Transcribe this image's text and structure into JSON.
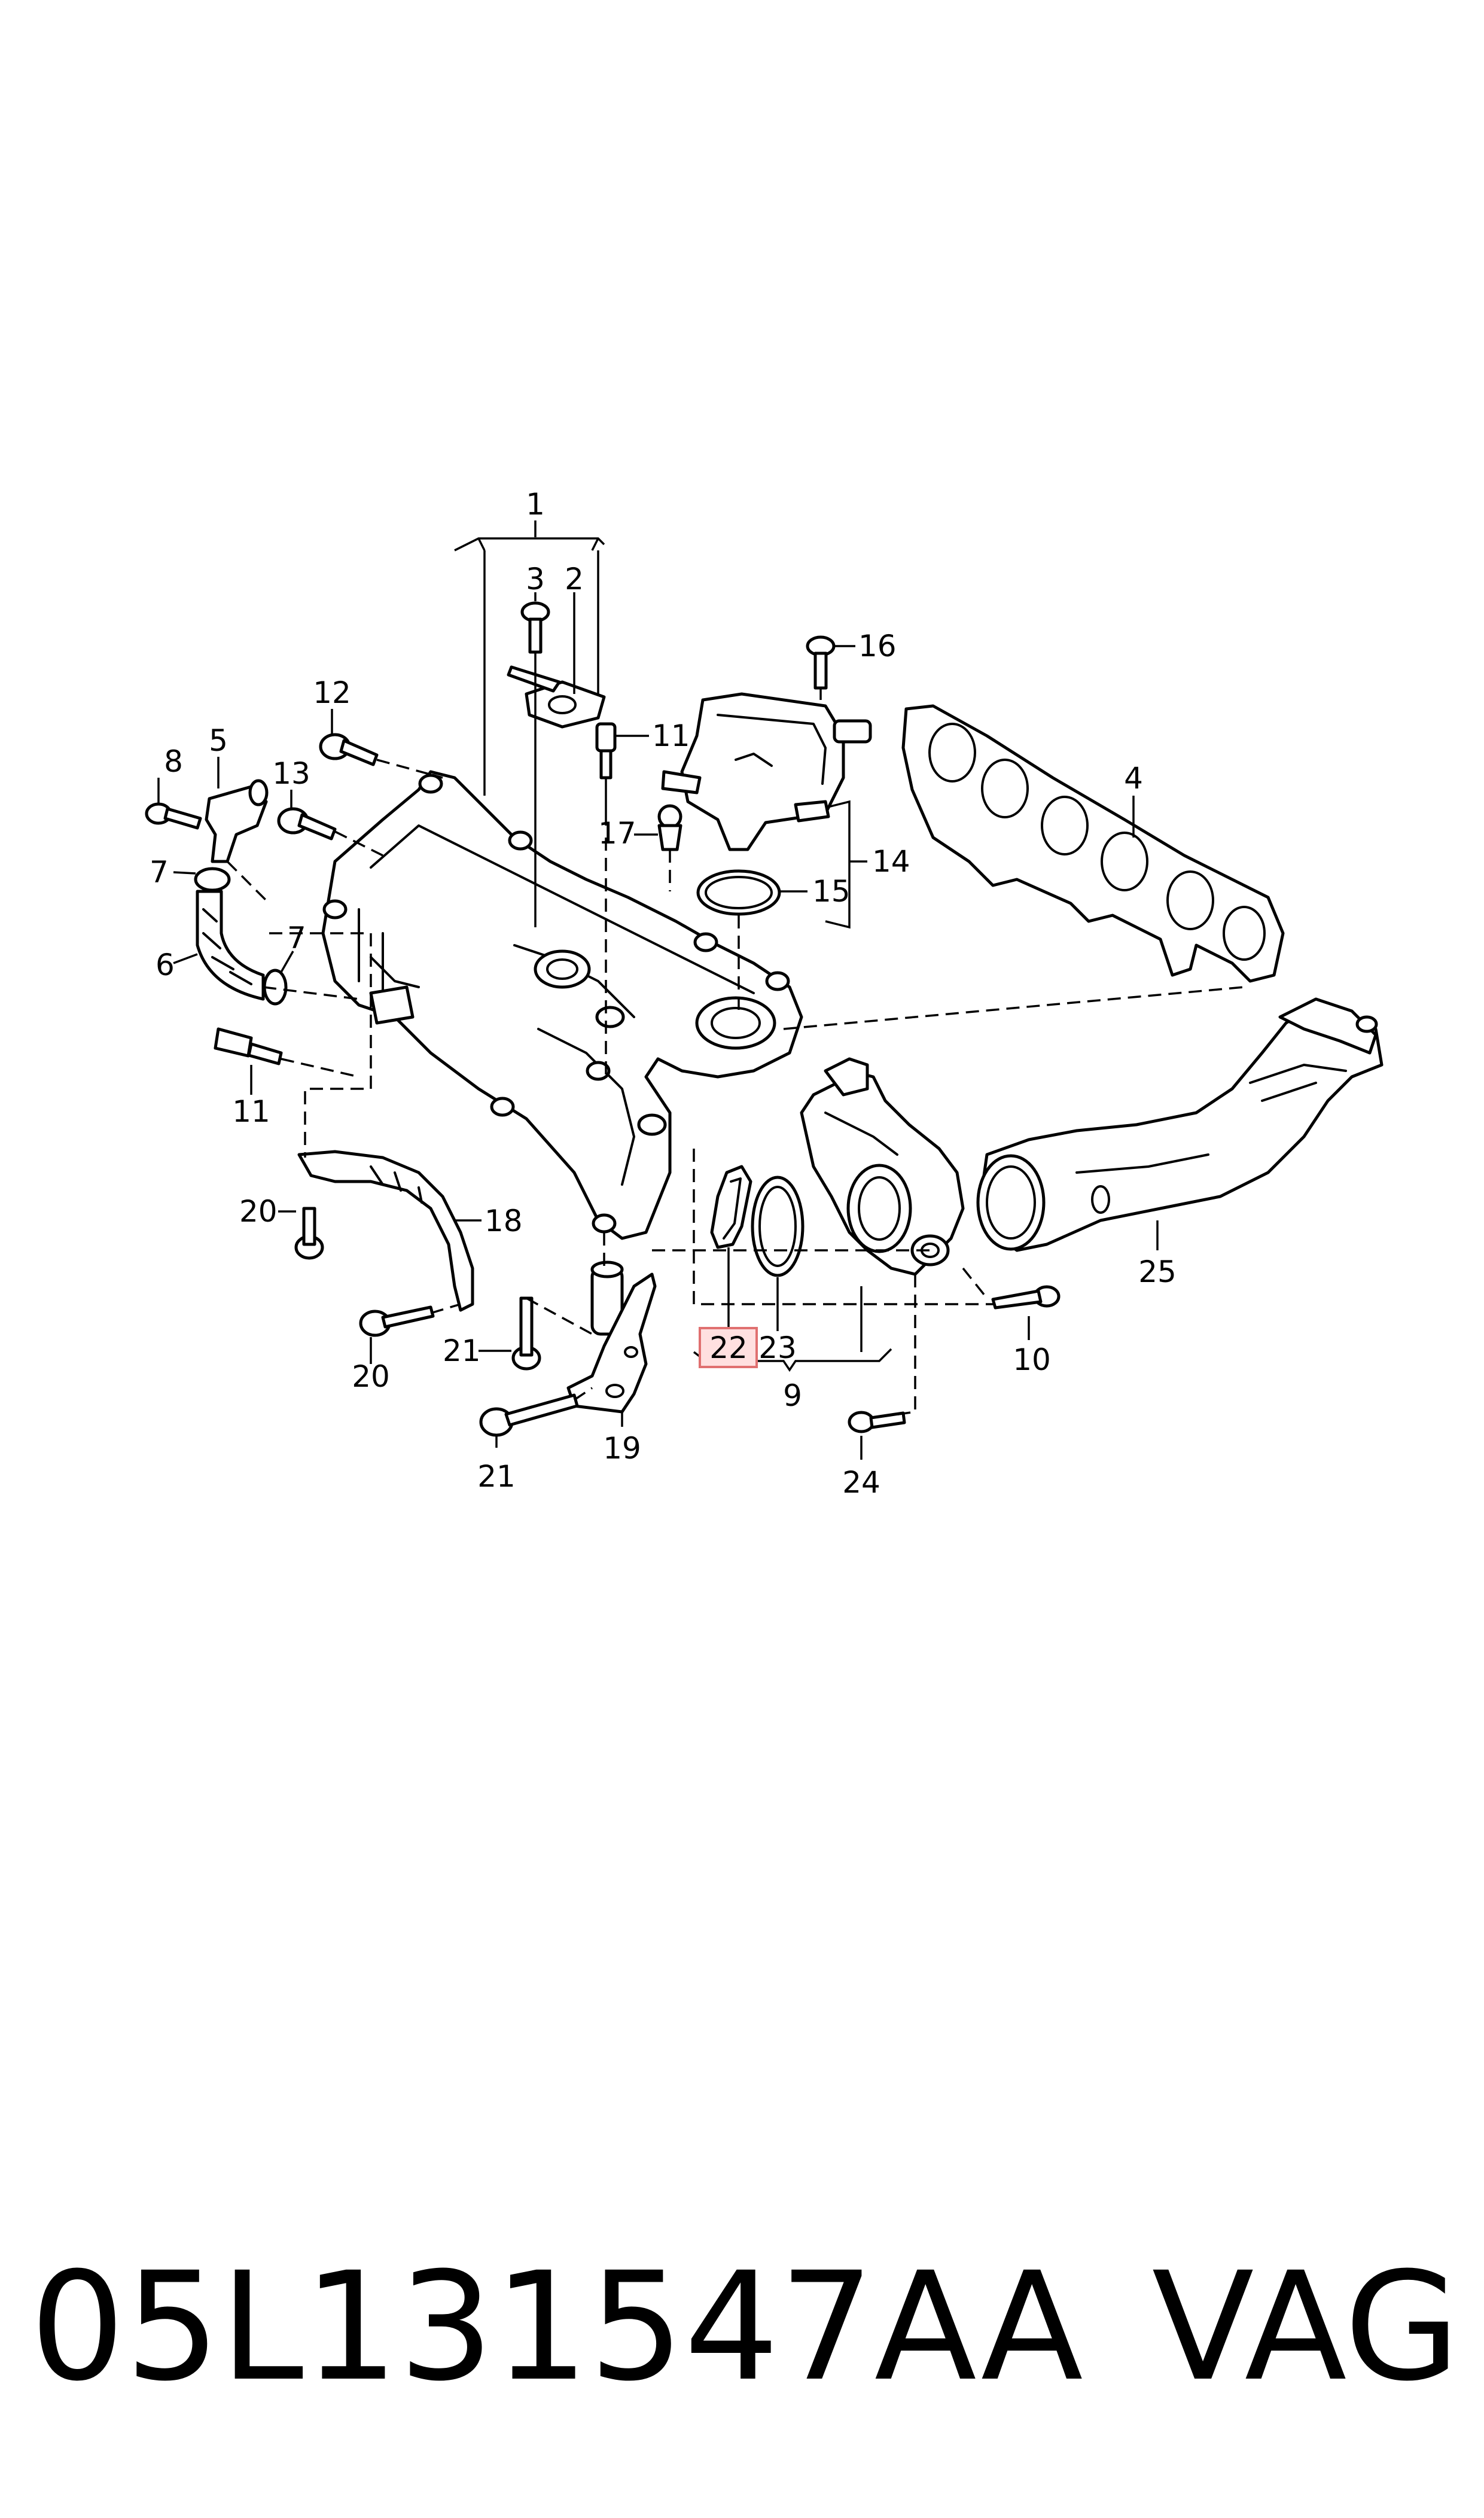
{
  "callouts": {
    "c1": "1",
    "c2": "2",
    "c3": "3",
    "c4": "4",
    "c5": "5",
    "c6": "6",
    "c7a": "7",
    "c7b": "7",
    "c8": "8",
    "c9": "9",
    "c10": "10",
    "c11a": "11",
    "c11b": "11",
    "c12": "12",
    "c13": "13",
    "c14": "14",
    "c15": "15",
    "c16": "16",
    "c17": "17",
    "c18": "18",
    "c19": "19",
    "c20a": "20",
    "c20b": "20",
    "c21a": "21",
    "c21b": "21",
    "c22": "22",
    "c23": "23",
    "c24": "24",
    "c25": "25"
  },
  "highlighted_callout": "22",
  "highlight_color": "#e07070",
  "footer": {
    "part_number": "05L131547AA",
    "brand": "VAG"
  }
}
